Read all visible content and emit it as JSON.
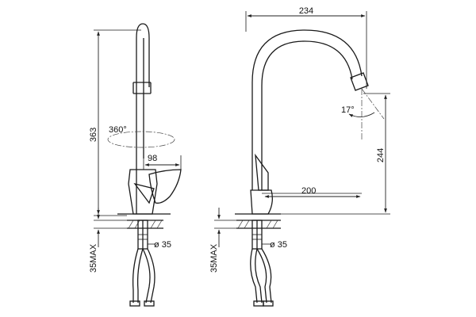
{
  "dimensions": {
    "side_height": "363",
    "mount_side": "35MAX",
    "rotation": "360°",
    "lever_reach": "98",
    "hole_diameter_side": "ø 35",
    "width_total": "234",
    "spout_angle": "17°",
    "spout_height": "244",
    "spout_reach": "200",
    "mount_front": "35MAX",
    "hole_diameter_front": "ø 35"
  }
}
